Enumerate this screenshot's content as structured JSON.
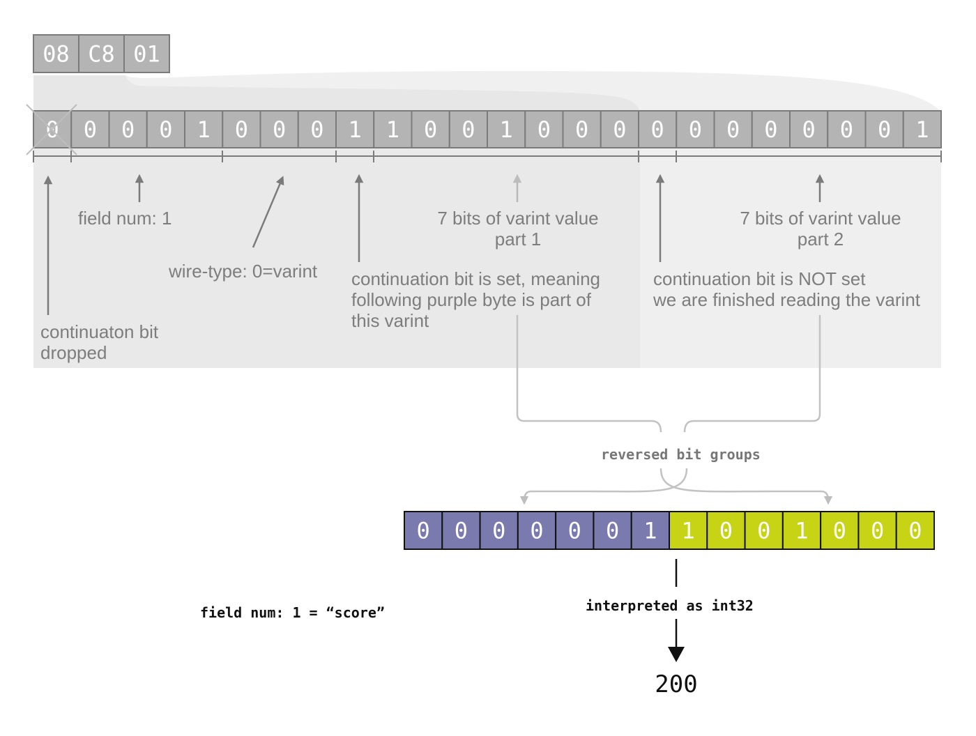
{
  "hex_bytes": [
    "08",
    "C8",
    "01"
  ],
  "encoded_bits": [
    "0",
    "0",
    "0",
    "0",
    "1",
    "0",
    "0",
    "0",
    "1",
    "1",
    "0",
    "0",
    "1",
    "0",
    "0",
    "0",
    "0",
    "0",
    "0",
    "0",
    "0",
    "0",
    "0",
    "1"
  ],
  "labels": {
    "continuation_dropped": "continuaton bit\ndropped",
    "field_num": "field num: 1",
    "wire_type": "wire-type: 0=varint",
    "varint_part1": "7 bits of varint value\npart 1",
    "varint_part2": "7 bits of varint value\npart 2",
    "continuation_set": "continuation bit is set, meaning\nfollowing purple byte is part of\nthis varint",
    "continuation_not_set": "continuation bit is NOT set\nwe are finished reading the varint",
    "reversed": "reversed bit groups",
    "interpreted": "interpreted as int32",
    "field_mapping": "field num: 1 = “score”",
    "result": "200"
  },
  "result_bits": {
    "purple": [
      "0",
      "0",
      "0",
      "0",
      "0",
      "0",
      "1"
    ],
    "green": [
      "1",
      "0",
      "0",
      "1",
      "0",
      "0",
      "0"
    ]
  },
  "colors": {
    "gray_cell": "#b4b4b4",
    "gray_border": "#7b7b7b",
    "purple": "#7b7aae",
    "green": "#c7d415",
    "label_gray": "#7d7d7d"
  }
}
